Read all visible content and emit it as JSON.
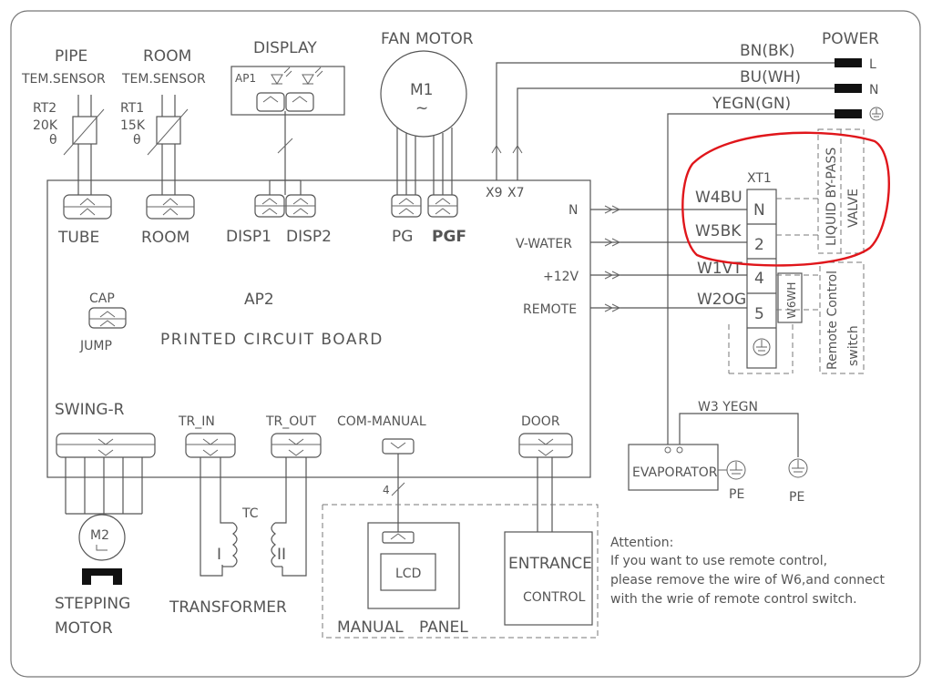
{
  "labels": {
    "pipe": "PIPE",
    "pipe_sensor": "TEM.SENSOR",
    "room": "ROOM",
    "room_sensor": "TEM.SENSOR",
    "rt2": "RT2",
    "rt2_val": "20K",
    "rt1": "RT1",
    "rt1_val": "15K",
    "theta": "θ",
    "display": "DISPLAY",
    "ap1": "AP1",
    "fan_motor": "FAN MOTOR",
    "m1": "M1",
    "tilde": "~",
    "tube": "TUBE",
    "room_conn": "ROOM",
    "disp1": "DISP1",
    "disp2": "DISP2",
    "pg": "PG",
    "pgf": "PGF",
    "x9": "X9",
    "x7": "X7",
    "pin_n": "N",
    "v_water": "V-WATER",
    "plus12v": "+12V",
    "remote": "REMOTE",
    "cap": "CAP",
    "jump": "JUMP",
    "ap2": "AP2",
    "pcb": "PRINTED CIRCUIT BOARD",
    "swing_r": "SWING-R",
    "tr_in": "TR_IN",
    "tr_out": "TR_OUT",
    "com_manual": "COM-MANUAL",
    "door": "DOOR",
    "bus4": "4",
    "m2": "M2",
    "stepping": "STEPPING",
    "motor": "MOTOR",
    "tc": "TC",
    "coil1": "I",
    "coil2": "II",
    "transformer": "TRANSFORMER",
    "lcd": "LCD",
    "manual": "MANUAL",
    "panel": "PANEL",
    "entrance": "ENTRANCE",
    "control": "CONTROL",
    "power": "POWER",
    "bn": "BN(BK)",
    "bu": "BU(WH)",
    "yegn": "YEGN(GN)",
    "l": "L",
    "n": "N",
    "xt1": "XT1",
    "w4bu": "W4BU",
    "w5bk": "W5BK",
    "w1vt": "W1VT",
    "w2og": "W2OG",
    "w6wh": "W6WH",
    "t_n": "N",
    "t2": "2",
    "t4": "4",
    "t5": "5",
    "liquid": "LIQUID BY-PASS",
    "valve": "VALVE",
    "remote_ctrl": "Remote Control",
    "switch": "switch",
    "w3": "W3 YEGN",
    "evaporator": "EVAPORATOR",
    "pe1": "PE",
    "pe2": "PE",
    "attention": "Attention:",
    "att1": "If you want to use remote control,",
    "att2": "please remove the wire of W6,and connect",
    "att3": "with the wrie of  remote control switch."
  },
  "colors": {
    "line": "#555555",
    "highlight": "#e0161b",
    "block": "#111111"
  }
}
